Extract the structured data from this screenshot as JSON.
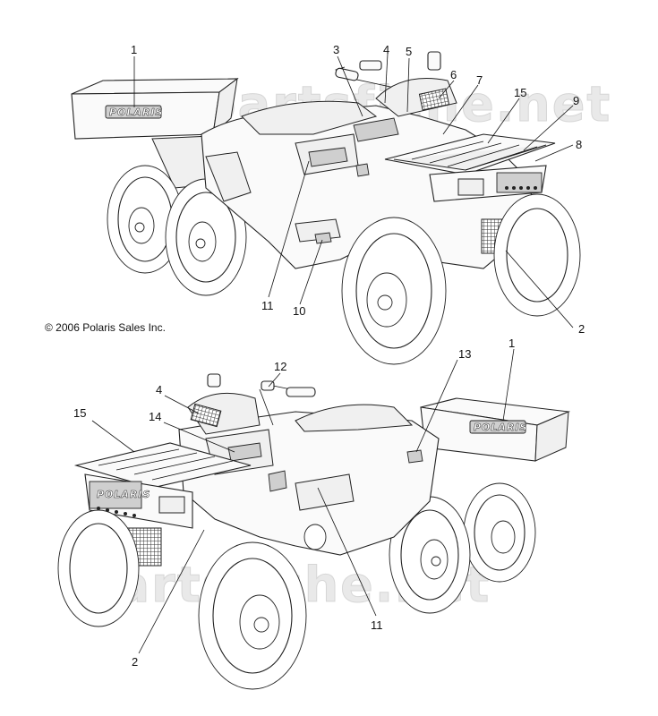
{
  "diagram": {
    "copyright": "© 2006 Polaris Sales Inc.",
    "logo_text": "POLARIS",
    "watermark": "partsfiche.net",
    "top_view": {
      "callouts": [
        {
          "label": "1"
        },
        {
          "label": "3"
        },
        {
          "label": "4"
        },
        {
          "label": "5"
        },
        {
          "label": "6"
        },
        {
          "label": "7"
        },
        {
          "label": "15"
        },
        {
          "label": "9"
        },
        {
          "label": "8"
        },
        {
          "label": "11"
        },
        {
          "label": "10"
        },
        {
          "label": "2"
        }
      ]
    },
    "bottom_view": {
      "callouts": [
        {
          "label": "12"
        },
        {
          "label": "13"
        },
        {
          "label": "1"
        },
        {
          "label": "4"
        },
        {
          "label": "15"
        },
        {
          "label": "14"
        },
        {
          "label": "11"
        },
        {
          "label": "2"
        }
      ]
    }
  }
}
